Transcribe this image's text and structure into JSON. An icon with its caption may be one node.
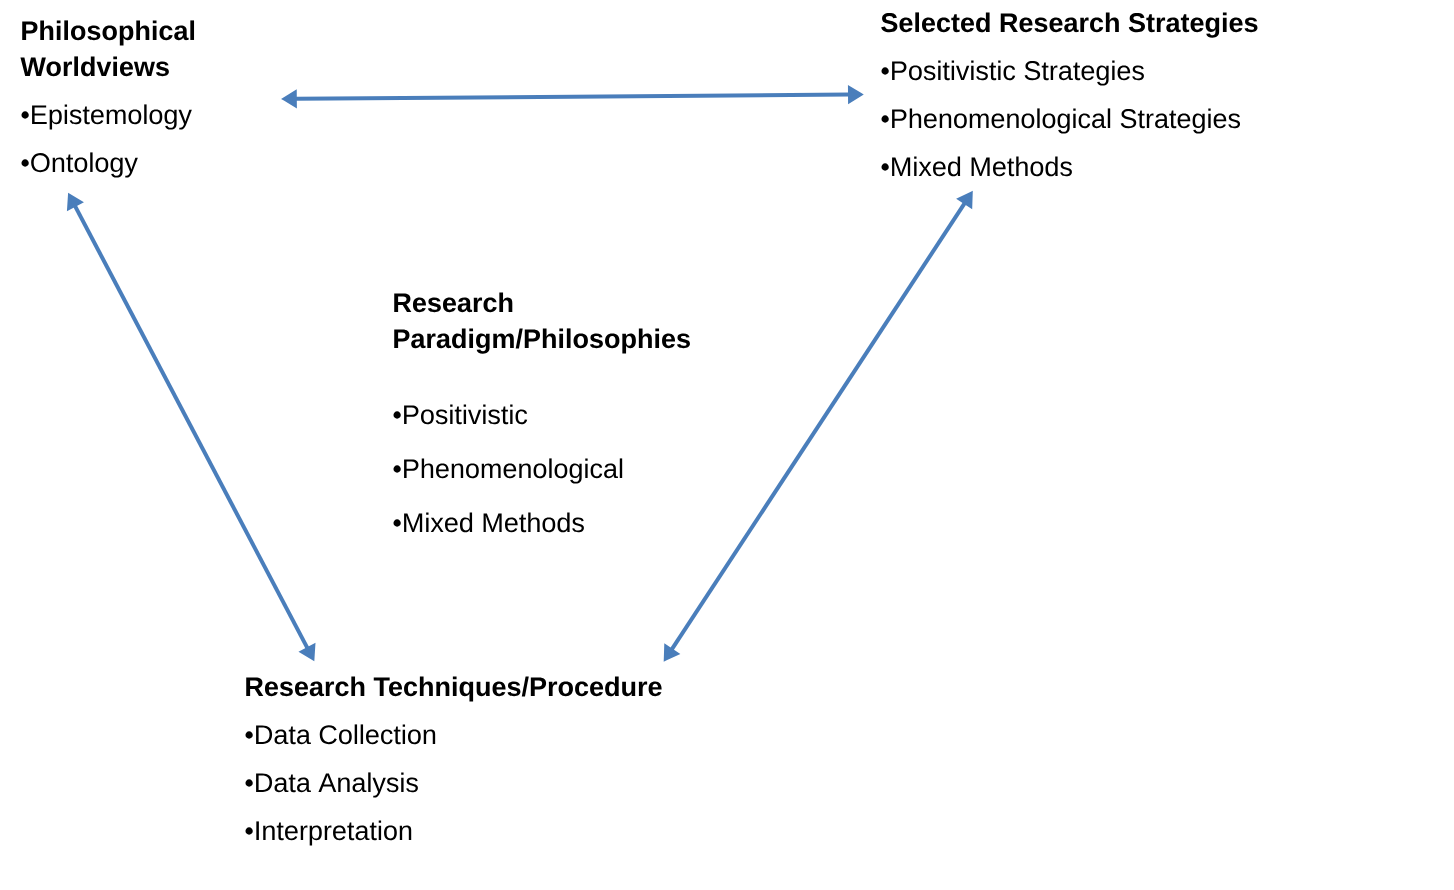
{
  "diagram": {
    "nodes": [
      {
        "text": [
          "Philosophical Worldviews",
          "•Epistemology",
          "•Ontology"
        ]
      },
      {
        "text": [
          "Selected Research Strategies",
          "•Positivistic Strategies",
          "•Phenomenological Strategies",
          "•Mixed Methods"
        ]
      },
      {
        "text": [
          "Research Techniques/Procedure",
          "•Data Collection",
          "•Data Analysis",
          "•Interpretation"
        ]
      }
    ],
    "edges": [
      {
        "from": 0,
        "to": 1,
        "arrow": "both"
      },
      {
        "from": 0,
        "to": 2,
        "arrow": "both"
      },
      {
        "from": 1,
        "to": 2,
        "arrow": "both"
      }
    ],
    "labels": [
      "Research Paradigm/Philosophies",
      "•Positivistic",
      "•Phenomenological",
      "•Mixed Methods"
    ]
  }
}
